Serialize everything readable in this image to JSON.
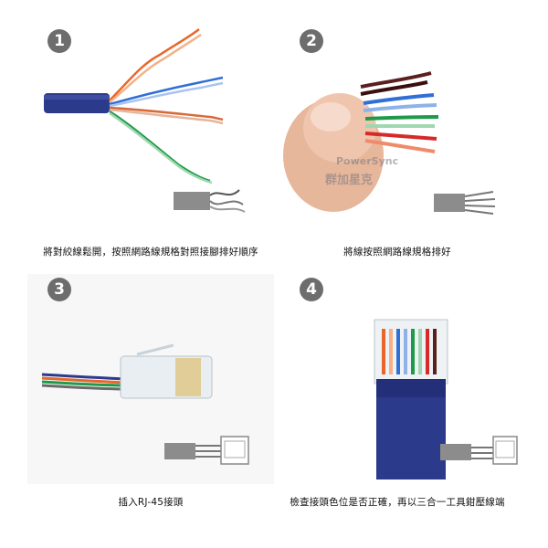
{
  "steps": [
    {
      "number": "1",
      "caption": "將對絞線鬆開，按照網路線規格對照接腳排好順序"
    },
    {
      "number": "2",
      "caption": "將線按照網路線規格排好"
    },
    {
      "number": "3",
      "caption": "插入RJ-45接頭"
    },
    {
      "number": "4",
      "caption": "檢查接頭色位是否正確，再以三合一工具鉗壓線端"
    }
  ],
  "watermark": {
    "line1": "PowerSync",
    "line2": "群加星克"
  },
  "colors": {
    "cable_jacket": "#2c3a8c",
    "badge": "#6d6d6d"
  }
}
